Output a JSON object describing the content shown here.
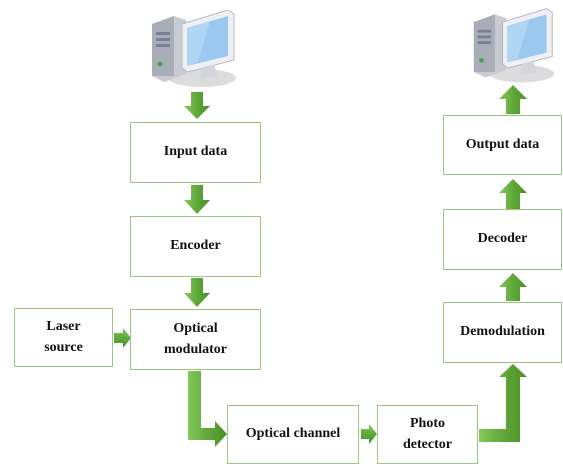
{
  "diagram": {
    "nodes": {
      "input": "Input data",
      "encoder": "Encoder",
      "laser": "Laser\nsource",
      "modulator": "Optical\nmodulator",
      "channel": "Optical channel",
      "photo": "Photo\ndetector",
      "demod": "Demodulation",
      "decoder": "Decoder",
      "output": "Output data"
    },
    "icons": {
      "source_computer": "desktop-computer-icon",
      "sink_computer": "desktop-computer-icon"
    },
    "colors": {
      "arrow": "#6cb33e",
      "arrow_dark": "#4a8f27",
      "box_border": "#9cc77f"
    }
  }
}
